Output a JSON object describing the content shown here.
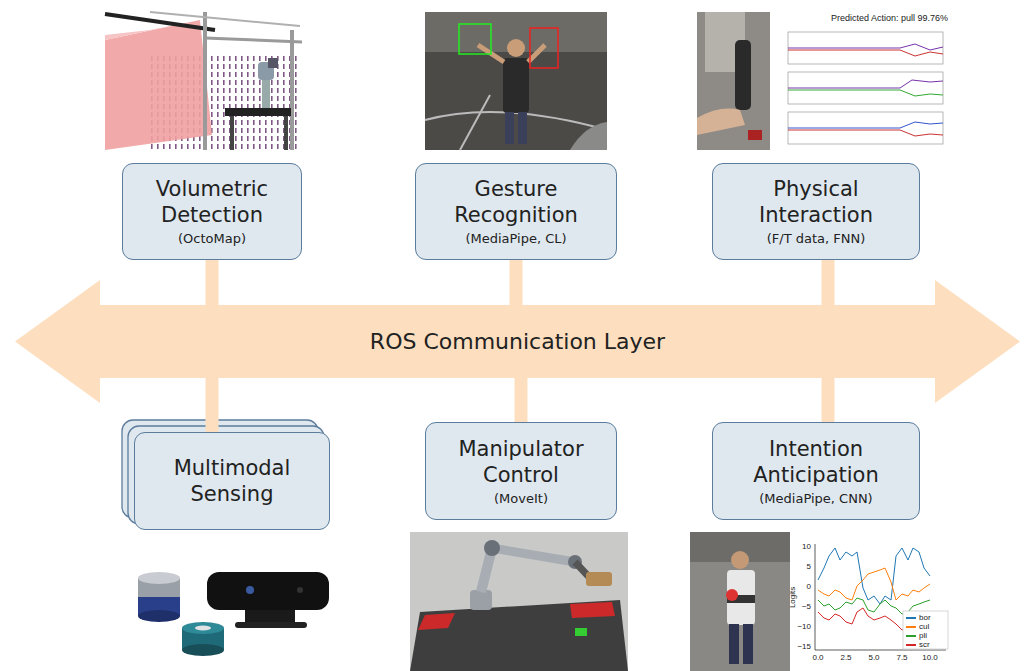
{
  "diagram": {
    "nodes": [
      {
        "text": [
          "Volumetric Detection",
          "(OctoMap)"
        ]
      },
      {
        "text": [
          "Gesture Recognition",
          "(MediaPipe, CL)"
        ]
      },
      {
        "text": [
          "Physical Interaction",
          "(F/T data, FNN)"
        ]
      },
      {
        "text": [
          "ROS Communication Layer"
        ]
      },
      {
        "text": [
          "Multimodal Sensing"
        ]
      },
      {
        "text": [
          "Manipulator Control",
          "(MoveIt)"
        ]
      },
      {
        "text": [
          "Intention Anticipation",
          "(MediaPipe, CNN)"
        ]
      }
    ],
    "edges": [
      {
        "from": 0,
        "to": 3,
        "arrow": "none"
      },
      {
        "from": 1,
        "to": 3,
        "arrow": "none"
      },
      {
        "from": 2,
        "to": 3,
        "arrow": "none"
      },
      {
        "from": 4,
        "to": 3,
        "arrow": "none"
      },
      {
        "from": 5,
        "to": 3,
        "arrow": "none"
      },
      {
        "from": 6,
        "to": 3,
        "arrow": "none"
      }
    ],
    "labels": [
      "Predicted Action: pull 99.76%",
      "10",
      "5",
      "0",
      "−5",
      "−10",
      "−15",
      "0.0",
      "2.5",
      "5.0",
      "7.5",
      "10.0",
      "Logits"
    ],
    "legend": [
      {
        "text": "bor"
      },
      {
        "text": "cul"
      },
      {
        "text": "pli"
      },
      {
        "text": "scr"
      }
    ]
  }
}
